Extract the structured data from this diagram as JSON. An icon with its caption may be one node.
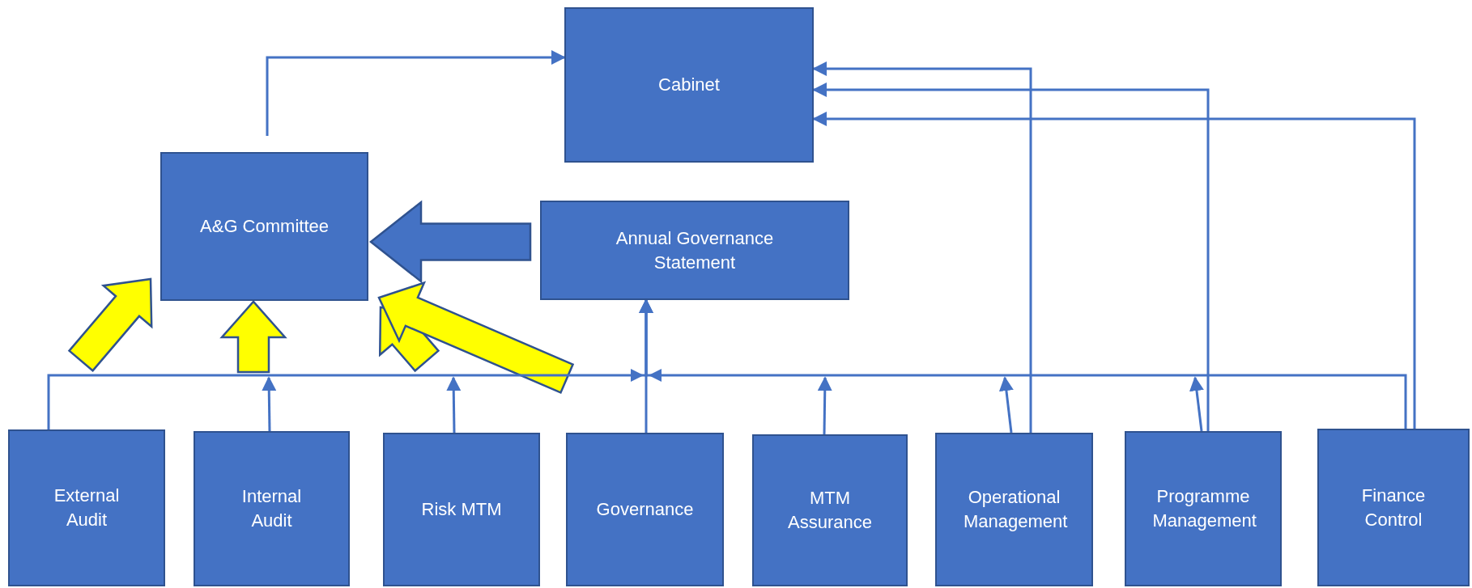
{
  "diagram": {
    "nodes": [
      {
        "text": [
          "Cabinet"
        ]
      },
      {
        "text": [
          "A&G Committee"
        ]
      },
      {
        "text": [
          "Annual Governance Statement"
        ]
      },
      {
        "text": [
          "External Audit"
        ]
      },
      {
        "text": [
          "Internal Audit"
        ]
      },
      {
        "text": [
          "Risk MTM"
        ]
      },
      {
        "text": [
          "Governance"
        ]
      },
      {
        "text": [
          "MTM Assurance"
        ]
      },
      {
        "text": [
          "Operational Management"
        ]
      },
      {
        "text": [
          "Programme Management"
        ]
      },
      {
        "text": [
          "Finance Control"
        ]
      }
    ],
    "edges": [
      {
        "from": 1,
        "to": 0,
        "arrow": "to"
      },
      {
        "from": 8,
        "to": 0,
        "arrow": "to"
      },
      {
        "from": 9,
        "to": 0,
        "arrow": "to"
      },
      {
        "from": 10,
        "to": 0,
        "arrow": "to"
      },
      {
        "from": 2,
        "to": 1,
        "arrow": "to",
        "style": "thick"
      },
      {
        "from": null,
        "to": 1,
        "arrow": "to",
        "style": "thick",
        "color": "#ffff00"
      },
      {
        "from": null,
        "to": 1,
        "arrow": "to",
        "style": "thick",
        "color": "#ffff00"
      },
      {
        "from": null,
        "to": 1,
        "arrow": "to",
        "style": "thick",
        "color": "#ffff00"
      },
      {
        "from": null,
        "to": 1,
        "arrow": "to",
        "style": "thick",
        "color": "#ffff00"
      },
      {
        "from": 3,
        "to": 2,
        "arrow": "to"
      },
      {
        "from": 10,
        "to": 2,
        "arrow": "to"
      },
      {
        "from": 6,
        "to": 2,
        "arrow": "to"
      },
      {
        "from": 4,
        "to": null,
        "arrow": "to"
      },
      {
        "from": 5,
        "to": null,
        "arrow": "to"
      },
      {
        "from": 7,
        "to": null,
        "arrow": "to"
      },
      {
        "from": 8,
        "to": null,
        "arrow": "to"
      },
      {
        "from": 9,
        "to": null,
        "arrow": "to"
      }
    ]
  }
}
